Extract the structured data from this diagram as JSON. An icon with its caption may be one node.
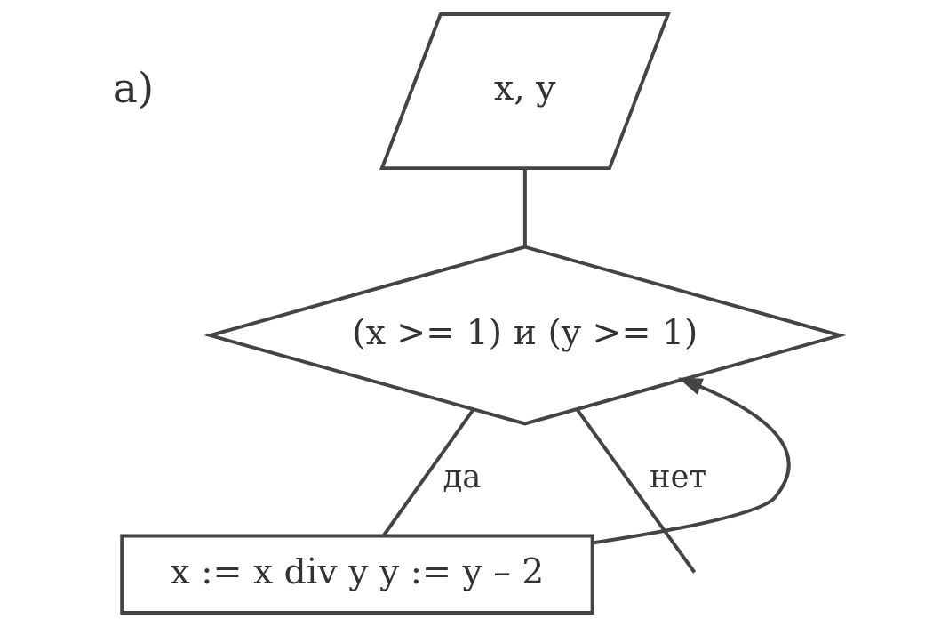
{
  "diagram": {
    "nodes": [
      {
        "text": [
          "x, y"
        ]
      },
      {
        "text": [
          "(x >= 1) и (y >= 1)"
        ]
      },
      {
        "text": [
          "x := x div y y := y – 2"
        ]
      }
    ],
    "edges": [
      {
        "from": 0,
        "to": 1,
        "arrow": "none"
      },
      {
        "from": 1,
        "to": 2,
        "arrow": "none",
        "label": "да"
      },
      {
        "from": 1,
        "to": null,
        "arrow": "none",
        "label": "нет"
      },
      {
        "from": 2,
        "to": 1,
        "arrow": "to"
      }
    ],
    "labels": [
      "а)"
    ]
  }
}
